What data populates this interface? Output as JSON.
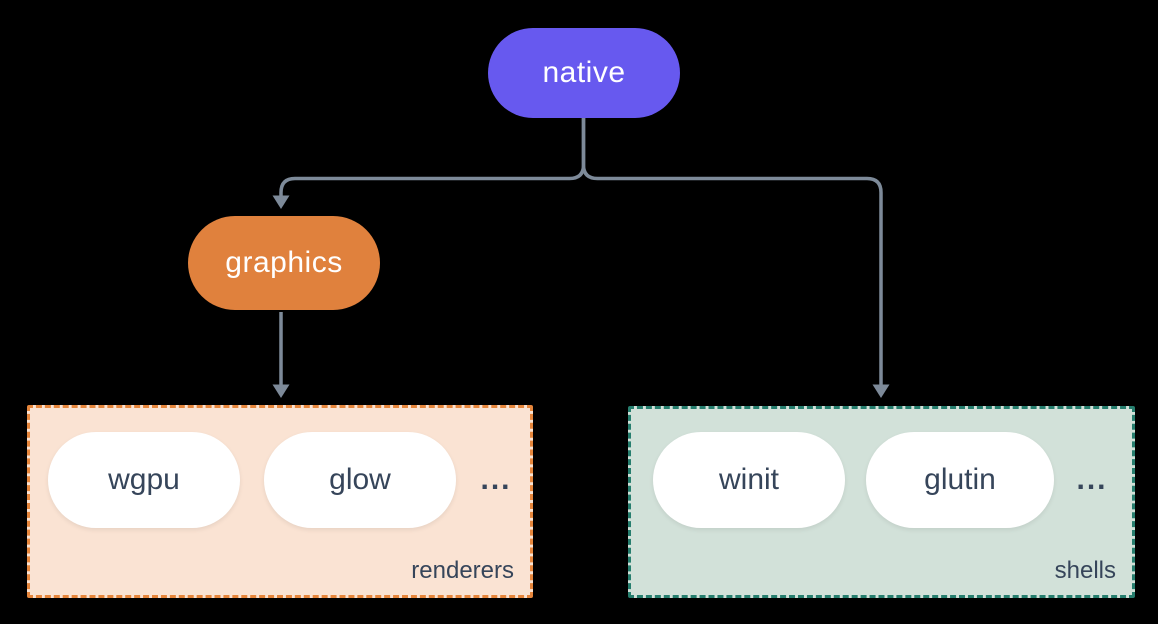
{
  "colors": {
    "background": "#000000",
    "connector": "#7d8a99",
    "native-fill": "#6759ef",
    "graphics-fill": "#e0813d",
    "node-text": "#ffffff",
    "pill-fill": "#ffffff",
    "dark-text": "#36455a",
    "renderers-fill": "#fae3d3",
    "renderers-border": "#e6863c",
    "shells-fill": "#d2e1d9",
    "shells-border": "#267e6e"
  },
  "nodes": {
    "native": "native",
    "graphics": "graphics"
  },
  "renderers": {
    "label": "renderers",
    "items": [
      "wgpu",
      "glow"
    ],
    "more": "..."
  },
  "shells": {
    "label": "shells",
    "items": [
      "winit",
      "glutin"
    ],
    "more": "..."
  }
}
